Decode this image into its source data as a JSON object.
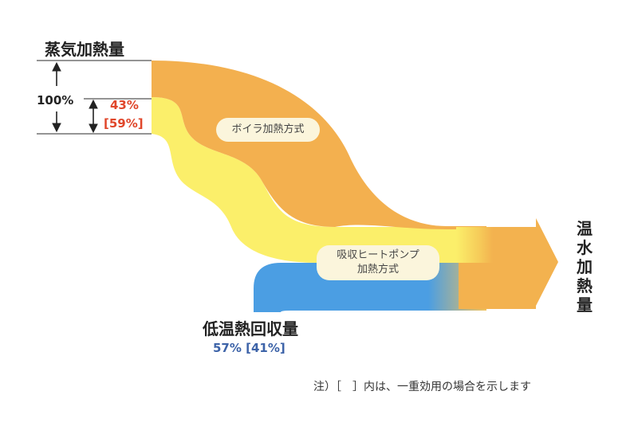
{
  "diagram": {
    "steam_label": "蒸気加熱量",
    "steam_percent": "100%",
    "yellow_percent": "43%",
    "yellow_percent_bracket": "[59%]",
    "boiler_label": "ボイラ加熱方式",
    "heat_pump_label_line1": "吸収ヒートポンプ",
    "heat_pump_label_line2": "加熱方式",
    "hot_water_chars": [
      "温",
      "水",
      "加",
      "熱",
      "量"
    ],
    "low_temp_label": "低温熱回収量",
    "low_temp_percent": "57% [41%]",
    "note": "注）［　］内は、一重効用の場合を示します"
  },
  "colors": {
    "orange": "#f3b04f",
    "yellow": "#fbef6a",
    "blue": "#4b9ee3",
    "red_text": "#e0462a",
    "blue_text": "#3d63a8"
  }
}
